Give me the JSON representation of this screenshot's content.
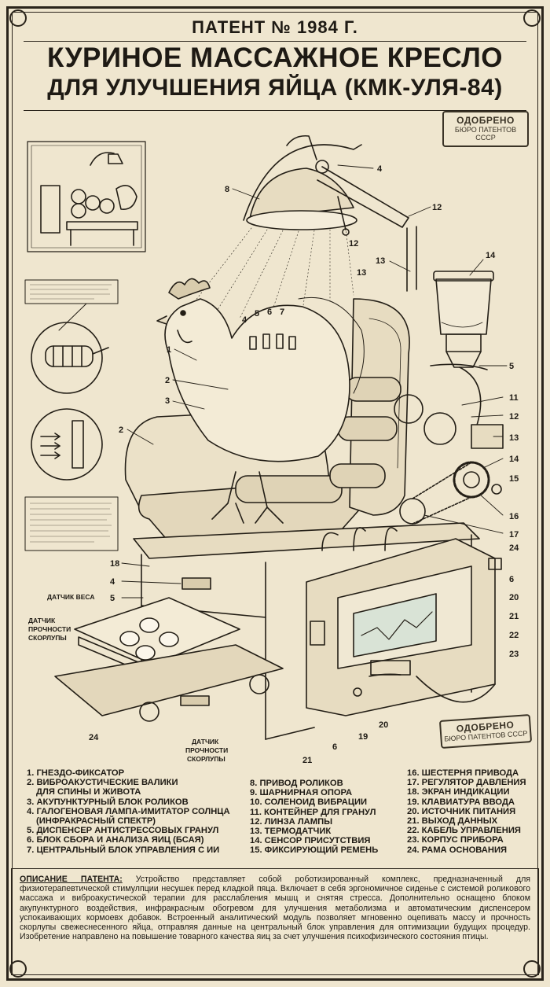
{
  "header": {
    "patent_line": "ПАТЕНТ № 1984 Г.",
    "title_line1": "КУРИНОЕ МАССАЖНОЕ КРЕСЛО",
    "title_line2": "ДЛЯ УЛУЧШЕНИЯ ЯЙЦА (КМК-УЛЯ-84)"
  },
  "stamps": {
    "top": {
      "line1": "ОДОБРЕНО",
      "line2": "БЮРО ПАТЕНТОВ",
      "line3": "СССР"
    },
    "bottom": {
      "line1": "ОДОБРЕНО",
      "line2": "БЮРО ПАТЕНТОВ СССР"
    }
  },
  "diagram_labels": {
    "weight_sensor": "ДАТЧИК ВЕСА",
    "shell_sensor_left": [
      "ДАТЧИК",
      "ПРОЧНОСТИ",
      "СКОРЛУПЫ"
    ],
    "shell_sensor_bottom": [
      "ДАТЧИК",
      "ПРОЧНОСТИ",
      "СКОРЛУПЫ"
    ],
    "callouts": [
      "1",
      "2",
      "3",
      "2",
      "4",
      "5",
      "6",
      "7",
      "8",
      "4",
      "12",
      "12",
      "13",
      "13",
      "14",
      "5",
      "11",
      "12",
      "13",
      "14",
      "15",
      "16",
      "17",
      "18",
      "4",
      "5",
      "6",
      "20",
      "21",
      "22",
      "23",
      "24",
      "6",
      "19",
      "20",
      "21",
      "24"
    ]
  },
  "legend": {
    "col1": [
      "1. ГНЕЗДО-ФИКСАТОР",
      "2. ВИБРОАКУСТИЧЕСКИЕ ВАЛИКИ",
      "    ДЛЯ СПИНЫ И ЖИВОТА",
      "3. АКУПУНКТУРНЫЙ БЛОК РОЛИКОВ",
      "4. ГАЛОГЕНОВАЯ ЛАМПА-ИМИТАТОР СОЛНЦА",
      "    (ИНФРАКРАСНЫЙ СПЕКТР)",
      "5. ДИСПЕНСЕР АНТИСТРЕССОВЫХ ГРАНУЛ",
      "6. БЛОК СБОРА И АНАЛИЗА ЯИЦ (БСАЯ)",
      "7. ЦЕНТРАЛЬНЫЙ БЛОК УПРАВЛЕНИЯ С ИИ"
    ],
    "col2": [
      "8. ПРИВОД РОЛИКОВ",
      "9. ШАРНИРНАЯ ОПОРА",
      "10. СОЛЕНОИД ВИБРАЦИИ",
      "11. КОНТЕЙНЕР ДЛЯ ГРАНУЛ",
      "12. ЛИНЗА ЛАМПЫ",
      "13. ТЕРМОДАТЧИК",
      "14. СЕНСОР ПРИСУТСТВИЯ",
      "15. ФИКСИРУЮЩИЙ РЕМЕНЬ"
    ],
    "col3": [
      "16. ШЕСТЕРНЯ ПРИВОДА",
      "17. РЕГУЛЯТОР ДАВЛЕНИЯ",
      "18. ЭКРАН ИНДИКАЦИИ",
      "19. КЛАВИАТУРА ВВОДА",
      "20. ИСТОЧНИК ПИТАНИЯ",
      "21. ВЫХОД ДАННЫХ",
      "22. КАБЕЛЬ УПРАВЛЕНИЯ",
      "23. КОРПУС ПРИБОРА",
      "24. РАМА ОСНОВАНИЯ"
    ]
  },
  "description": {
    "label": "ОПИСАНИЕ ПАТЕНТА:",
    "text": " Устройство представляет собой роботизированный комплекс, предназначенный для физиотерапевтической стимулпции несушек перед кладкой пяца. Включает в себя эргономичное сиденье с системой роликового массажа и виброакустической терапии для расслабления мышц и снятяя стресса. Дополнительно оснащено блоком акупунктурного воздействия, инфракрасным обогревом для улучшения метаболизма и автоматическим диспенсером успокаивающих кормоевх добавок. Встроенный аналитический модуль позволяет мгновенно оцепивать массу и прочность скорлупы свежеснесенного яйца, отправляя данные на центральный блок управления для оптимизации будущих процедур. Изобретение направлено на повышение товарного качества яиц за счет улучшения психофизического состояния птицы."
  },
  "colors": {
    "paper": "#efe6cf",
    "ink": "#1e1a14",
    "screen": "#d9e3d6"
  }
}
